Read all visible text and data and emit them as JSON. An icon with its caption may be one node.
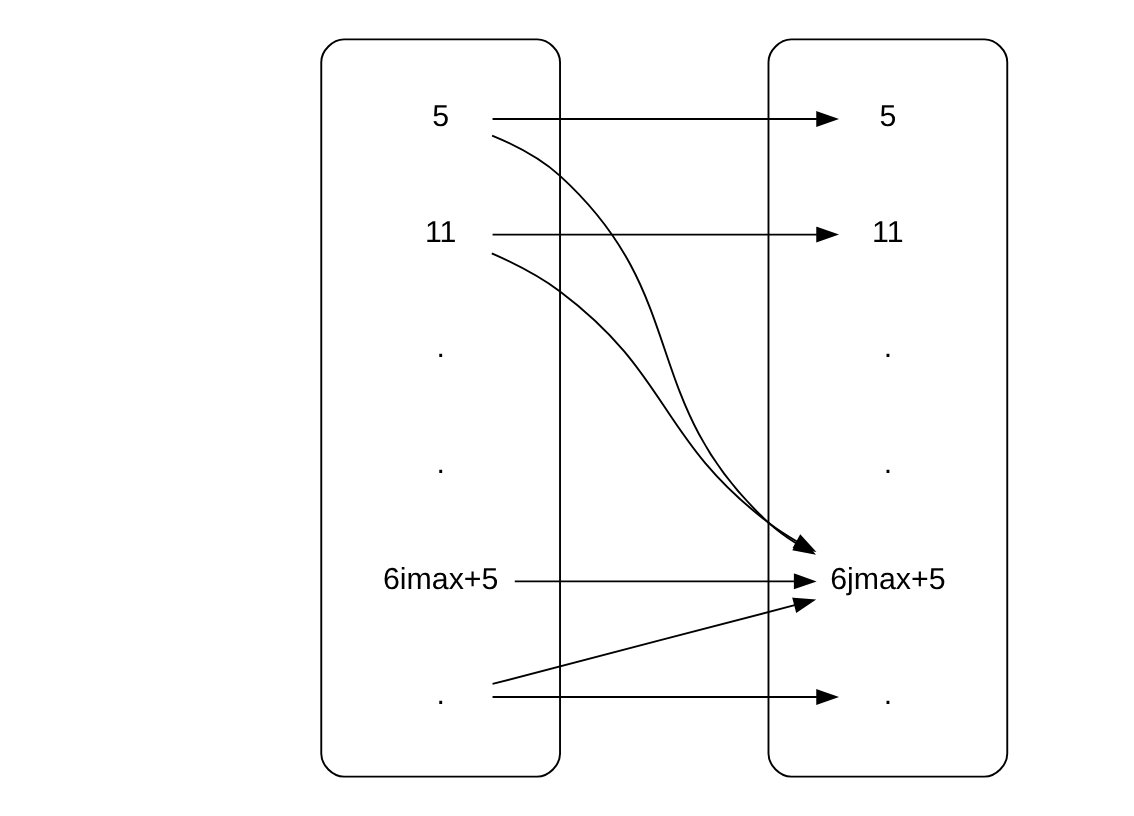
{
  "diagram": {
    "nodes": [
      {
        "text": [],
        "shape": "box"
      },
      {
        "text": [
          "5"
        ],
        "in": 0
      },
      {
        "text": [
          "11"
        ],
        "in": 0
      },
      {
        "text": [
          "."
        ],
        "in": 0
      },
      {
        "text": [
          "."
        ],
        "in": 0
      },
      {
        "text": [
          "."
        ],
        "in": 0
      },
      {
        "text": [
          "6imax+5"
        ],
        "in": 0
      },
      {
        "text": [],
        "shape": "box"
      },
      {
        "text": [
          "5"
        ],
        "in": 7
      },
      {
        "text": [
          "11"
        ],
        "in": 7
      },
      {
        "text": [
          "."
        ],
        "in": 7
      },
      {
        "text": [
          "."
        ],
        "in": 7
      },
      {
        "text": [
          "."
        ],
        "in": 7
      },
      {
        "text": [
          "6jmax+5"
        ],
        "in": 7
      }
    ],
    "edges": [
      {
        "from": 1,
        "to": 8,
        "arrow": "to"
      },
      {
        "from": 1,
        "to": 13,
        "arrow": "to"
      },
      {
        "from": 2,
        "to": 9,
        "arrow": "to"
      },
      {
        "from": 2,
        "to": 13,
        "arrow": "to"
      },
      {
        "from": 3,
        "to": 10,
        "arrow": "to"
      },
      {
        "from": 3,
        "to": 13,
        "arrow": "to"
      },
      {
        "from": 6,
        "to": 13,
        "arrow": "to"
      }
    ]
  }
}
